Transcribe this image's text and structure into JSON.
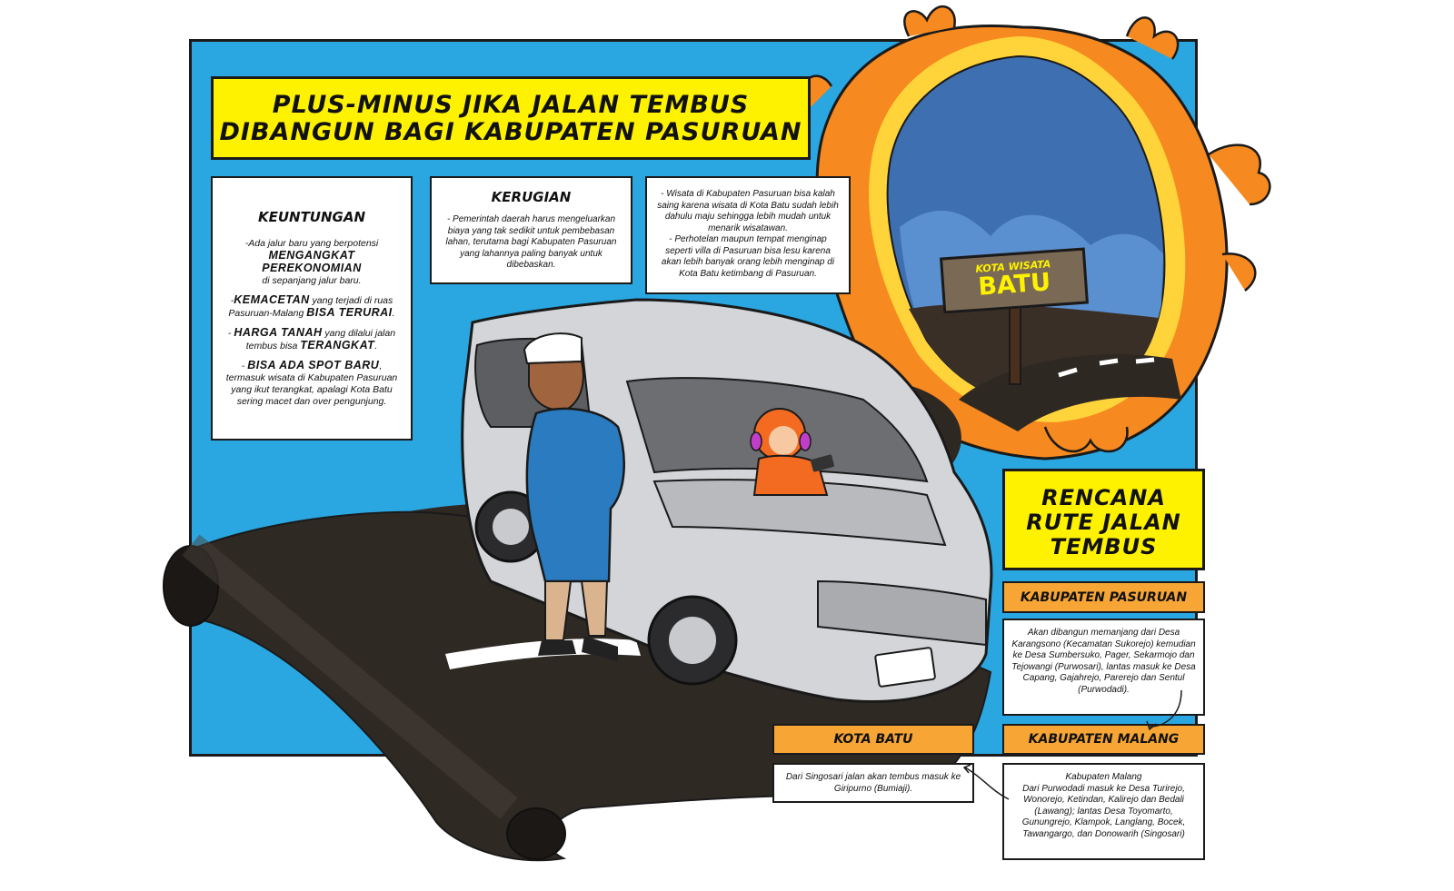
{
  "title": {
    "line1": "PLUS-MINUS JIKA JALAN TEMBUS",
    "line2": "DIBANGUN BAGI KABUPATEN PASURUAN"
  },
  "keuntungan": {
    "heading": "KEUNTUNGAN",
    "items": [
      {
        "pre": "-Ada jalur baru yang berpotensi",
        "em": "MENGANGKAT PEREKONOMIAN",
        "post": "di sepanjang jalur baru."
      },
      {
        "pre": "-",
        "em": "KEMACETAN",
        "mid": " yang terjadi di ruas Pasuruan-Malang ",
        "em2": "BISA TERURAI",
        "post": "."
      },
      {
        "pre": "- ",
        "em": "HARGA TANAH",
        "mid": " yang dilalui jalan tembus bisa ",
        "em2": "TERANGKAT",
        "post": "."
      },
      {
        "pre": "- ",
        "em": "BISA ADA SPOT BARU",
        "post": ", termasuk wisata di Kabupaten Pasuruan yang ikut terangkat, apalagi Kota Batu sering macet dan over pengunjung."
      }
    ]
  },
  "kerugian": {
    "heading": "KERUGIAN",
    "text1": "-    Pemerintah daerah harus mengeluarkan biaya yang tak sedikit untuk pembebasan lahan, terutama bagi Kabupaten Pasuruan yang lahannya paling banyak untuk dibebaskan.",
    "text2a": "-      Wisata di Kabupaten Pasuruan bisa kalah saing karena wisata di Kota Batu sudah lebih dahulu maju sehingga lebih mudah untuk menarik wisatawan.",
    "text2b": "-      Perhotelan maupun tempat menginap seperti villa di Pasuruan bisa lesu karena akan lebih banyak orang lebih menginap di Kota Batu ketimbang di Pasuruan."
  },
  "sign": {
    "line1": "KOTA WISATA",
    "line2": "BATU"
  },
  "rencana": {
    "line1": "RENCANA",
    "line2": "RUTE JALAN",
    "line3": "TEMBUS"
  },
  "routes": {
    "pasuruan": {
      "label": "KABUPATEN PASURUAN",
      "text": "Akan dibangun memanjang dari Desa Karangsono (Kecamatan Sukorejo) kemudian ke Desa Sumbersuko, Pager, Sekarmojo dan Tejowangi (Purwosari), lantas masuk ke Desa Capang, Gajahrejo, Parerejo dan Sentul (Purwodadi)."
    },
    "malang": {
      "label": "KABUPATEN MALANG",
      "text1": "Kabupaten Malang",
      "text2": "Dari Purwodadi masuk ke Desa Turirejo, Wonorejo, Ketindan, Kalirejo dan Bedali (Lawang); lantas Desa Toyomarto, Gunungrejo, Klampok, Langlang, Bocek, Tawangargo, dan Donowarih (Singosari)"
    },
    "batu": {
      "label": "KOTA BATU",
      "text": "Dari Singosari jalan akan tembus masuk ke Giripurno (Bumiaji)."
    }
  },
  "colors": {
    "panel_blue": "#2aa6e0",
    "title_yellow": "#fff200",
    "label_orange": "#f7a535",
    "fire_orange": "#f6891f",
    "road_dark": "#2e2823"
  }
}
